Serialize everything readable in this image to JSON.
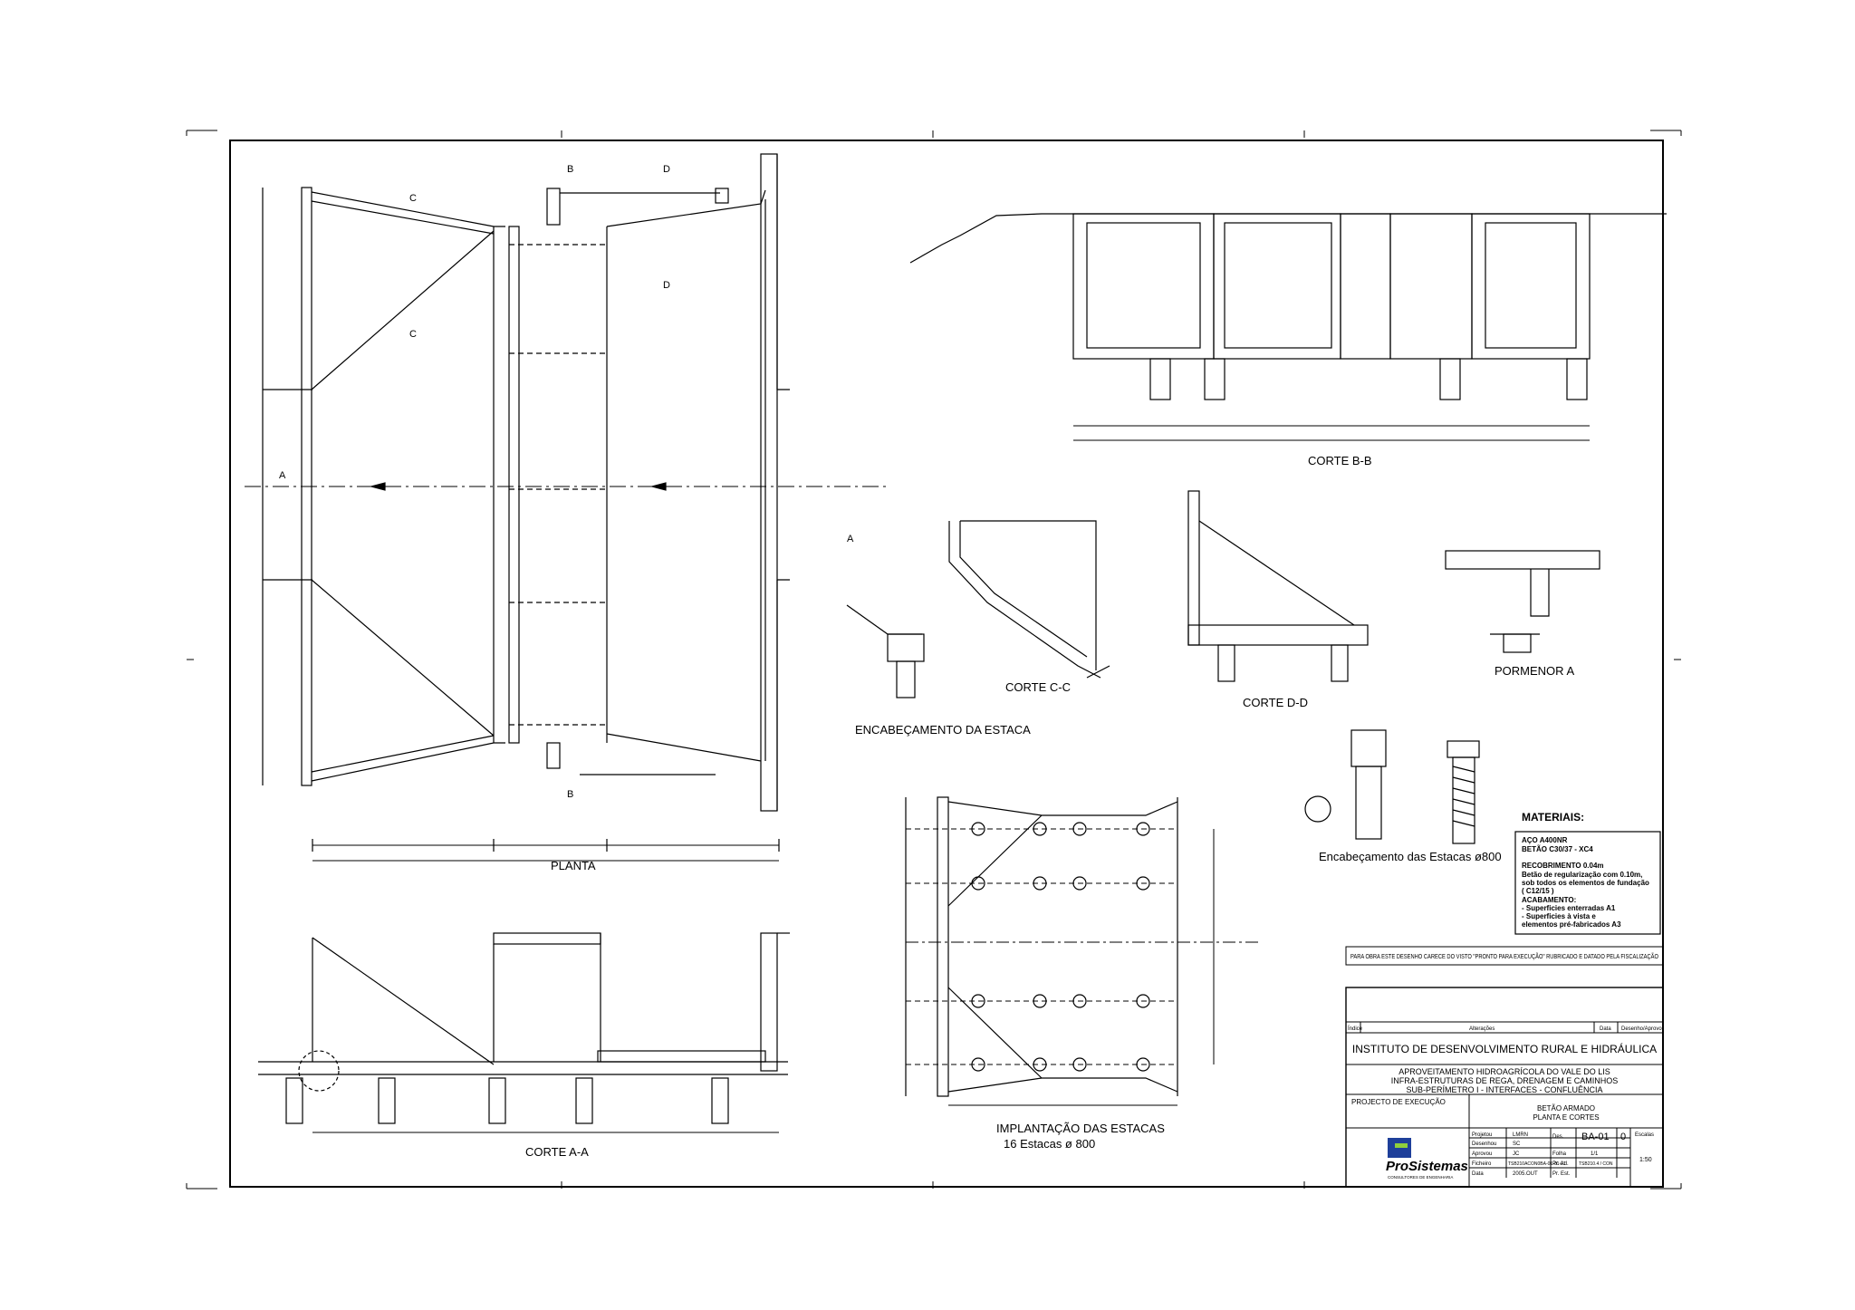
{
  "sheet": {
    "captions": {
      "planta": "PLANTA",
      "corte_aa": "CORTE A-A",
      "corte_bb": "CORTE B-B",
      "corte_cc": "CORTE C-C",
      "corte_dd": "CORTE D-D",
      "pormenor_a": "PORMENOR A",
      "encabecamento_estaca": "ENCABEÇAMENTO DA ESTACA",
      "implantacao_title": "IMPLANTAÇÃO DAS ESTACAS",
      "implantacao_sub": "16 Estacas ø 800",
      "encabecamento_estacas": "Encabeçamento das Estacas ø800"
    },
    "section_markers": {
      "a": "A",
      "b": "B",
      "c": "C",
      "d": "D"
    }
  },
  "materials": {
    "heading": "MATERIAIS:",
    "lines": [
      "AÇO      A400NR",
      "BETÃO C30/37 - XC4",
      "",
      "RECOBRIMENTO       0.04m",
      "Betão de regularização com 0.10m,",
      "sob todos os elementos de fundação",
      "( C12/15 )",
      "ACABAMENTO:",
      "  - Superficies enterradas A1",
      "  - Superficies à vista e",
      "    elementos  pré-fabricados A3"
    ]
  },
  "notice": "PARA OBRA ESTE DESENHO CARECE DO VISTO \"PRONTO PARA EXECUÇÃO\" RUBRICADO E DATADO PELA FISCALIZAÇÃO",
  "title_block": {
    "revision_headers": [
      "Índice",
      "Alterações",
      "Data",
      "Desenho/Aprovo"
    ],
    "institute": "INSTITUTO DE DESENVOLVIMENTO RURAL E HIDRÁULICA",
    "project_lines": [
      "APROVEITAMENTO HIDROAGRÍCOLA DO VALE DO LIS",
      "INFRA-ESTRUTURAS DE REGA, DRENAGEM E CAMINHOS",
      "SUB-PERÍMETRO I - INTERFACES - CONFLUÊNCIA"
    ],
    "phase": "PROJECTO DE EXECUÇÃO",
    "drawing_title": [
      "BETÃO ARMADO",
      "PLANTA E CORTES"
    ],
    "fields": [
      {
        "k": "Projetou",
        "v": "LMRN"
      },
      {
        "k": "Desenhou",
        "v": "SC"
      },
      {
        "k": "Aprovou",
        "v": "JC"
      },
      {
        "k": "Ficheiro",
        "v": "TSB210ACON0BA-01-01-01"
      },
      {
        "k": "Data",
        "v": "2005.OUT"
      }
    ],
    "side_fields": [
      {
        "k": "Des.",
        "v": "BA-01"
      },
      {
        "k": "Folha",
        "v": "1/1"
      },
      {
        "k": "Pr. Ad.",
        "v": "TSB210.4 / CON"
      },
      {
        "k": "Pr. Est.",
        "v": ""
      }
    ],
    "drawing_no": "BA-01",
    "revision": "0",
    "scale_label": "Escalas",
    "scale": "1:50",
    "logo_text": "ProSistemas",
    "logo_sub": "CONSULTORES DE ENGENHARIA"
  }
}
